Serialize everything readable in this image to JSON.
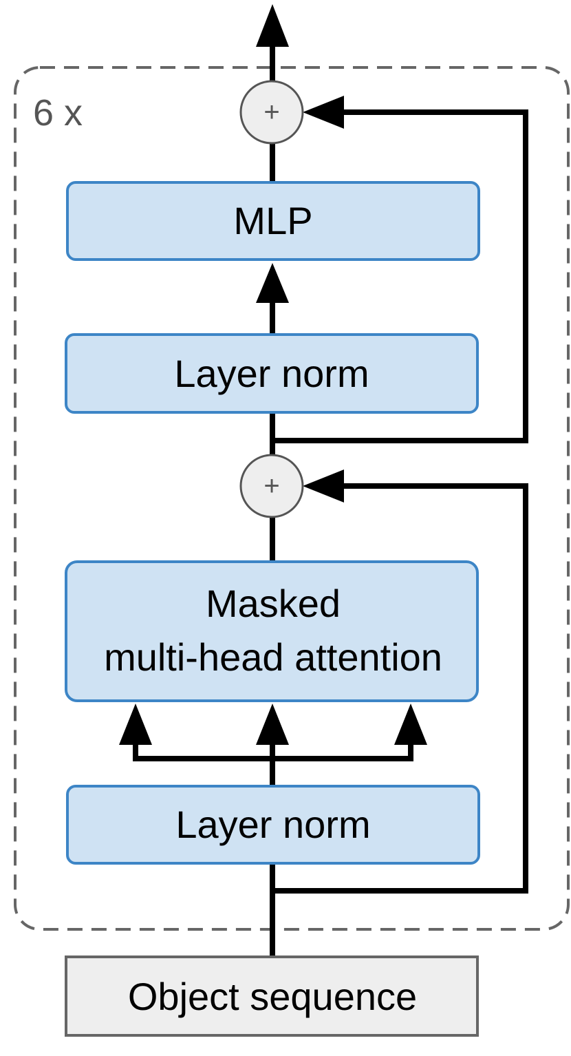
{
  "diagram": {
    "repeat_label": "6 x",
    "blocks": {
      "mlp": "MLP",
      "layer_norm_top": "Layer norm",
      "attention_line1": "Masked",
      "attention_line2": "multi-head attention",
      "layer_norm_bottom": "Layer norm",
      "input": "Object sequence"
    },
    "add_symbol": "+"
  },
  "colors": {
    "block_fill": "#cfe2f3",
    "block_stroke": "#3d85c6",
    "input_fill": "#eeeeee",
    "input_stroke": "#666666",
    "adder_fill": "#eeeeee",
    "adder_stroke": "#555555",
    "arrow": "#000000",
    "repeat_border": "#666666"
  }
}
